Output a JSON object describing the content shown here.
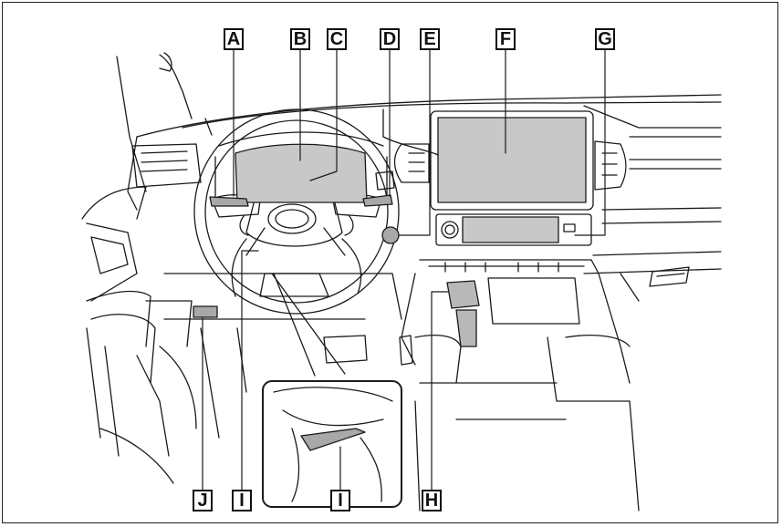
{
  "callouts": {
    "A": "A",
    "B": "B",
    "C": "C",
    "D": "D",
    "E": "E",
    "F": "F",
    "G": "G",
    "H": "H",
    "I": "I",
    "J": "J"
  },
  "colors": {
    "line": "#1a1a1a",
    "highlight": "#c8c8c8",
    "highlight_dark": "#a8a8a8",
    "background": "#ffffff"
  }
}
